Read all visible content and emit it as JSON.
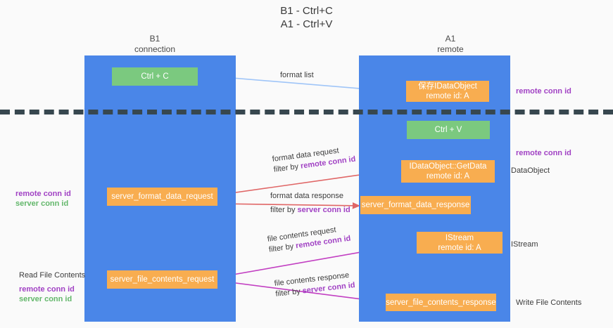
{
  "title": {
    "line1": "B1 - Ctrl+C",
    "line2": "A1 - Ctrl+V"
  },
  "columns": [
    {
      "name": "B1",
      "subtitle": "connection"
    },
    {
      "name": "A1",
      "subtitle": "remote"
    }
  ],
  "nodes": {
    "ctrl_c": {
      "label": "Ctrl + C",
      "color": "#7bc97f",
      "lane": "B1"
    },
    "save_idataobject": {
      "line1": "保存IDataObject",
      "line2": "remote id: A",
      "color": "#f8ad50",
      "lane": "A1"
    },
    "ctrl_v": {
      "label": "Ctrl + V",
      "color": "#7bc97f",
      "lane": "A1"
    },
    "idataobject_getdata": {
      "line1": "IDataObject::GetData",
      "line2": "remote id: A",
      "color": "#f8ad50",
      "lane": "A1"
    },
    "server_format_data_request": {
      "label": "server_format_data_request",
      "color": "#f8ad50",
      "lane": "B1"
    },
    "server_format_data_response": {
      "label": "server_format_data_response",
      "color": "#f8ad50",
      "lane": "A1"
    },
    "istream": {
      "line1": "IStream",
      "line2": "remote id: A",
      "color": "#f8ad50",
      "lane": "A1"
    },
    "server_file_contents_request": {
      "label": "server_file_contents_request",
      "color": "#f8ad50",
      "lane": "B1"
    },
    "server_file_contents_response": {
      "label": "server_file_contents_response",
      "color": "#f8ad50",
      "lane": "A1"
    }
  },
  "edges": {
    "format_list": {
      "label": "format list",
      "color": "#9fc5f8"
    },
    "format_data_request": {
      "line1": "format data request",
      "filter_prefix": "filter by ",
      "filter_key": "remote conn id",
      "color": "#e06666"
    },
    "format_data_response": {
      "line1": "format data response",
      "filter_prefix": "filter by ",
      "filter_key": "server conn id",
      "color": "#e06666"
    },
    "file_contents_request": {
      "line1": "file contents request",
      "filter_prefix": "filter by ",
      "filter_key": "remote conn id",
      "color": "#c23fc2"
    },
    "file_contents_response": {
      "line1": "file contents response",
      "filter_prefix": "filter by ",
      "filter_key": "server conn id",
      "color": "#c23fc2"
    }
  },
  "annotations": {
    "right": [
      {
        "id": "r1",
        "remote": "remote conn id"
      },
      {
        "id": "r2",
        "remote": "remote conn id"
      },
      {
        "id": "r3",
        "plain": "DataObject"
      },
      {
        "id": "r4",
        "plain": "IStream"
      },
      {
        "id": "r5",
        "plain": "Write File Contents"
      }
    ],
    "left": [
      {
        "id": "l1",
        "remote": "remote conn id",
        "server": "server conn id"
      },
      {
        "id": "l2",
        "plain": "Read File Contents",
        "remote": "remote conn id",
        "server": "server conn id"
      }
    ]
  },
  "colors": {
    "lane": "#4a86e8",
    "green_node": "#7bc97f",
    "orange_node": "#f8ad50",
    "divider": "#37474f",
    "remote_key": "#a142c4",
    "server_key": "#63b76b",
    "background": "#fafafa"
  }
}
